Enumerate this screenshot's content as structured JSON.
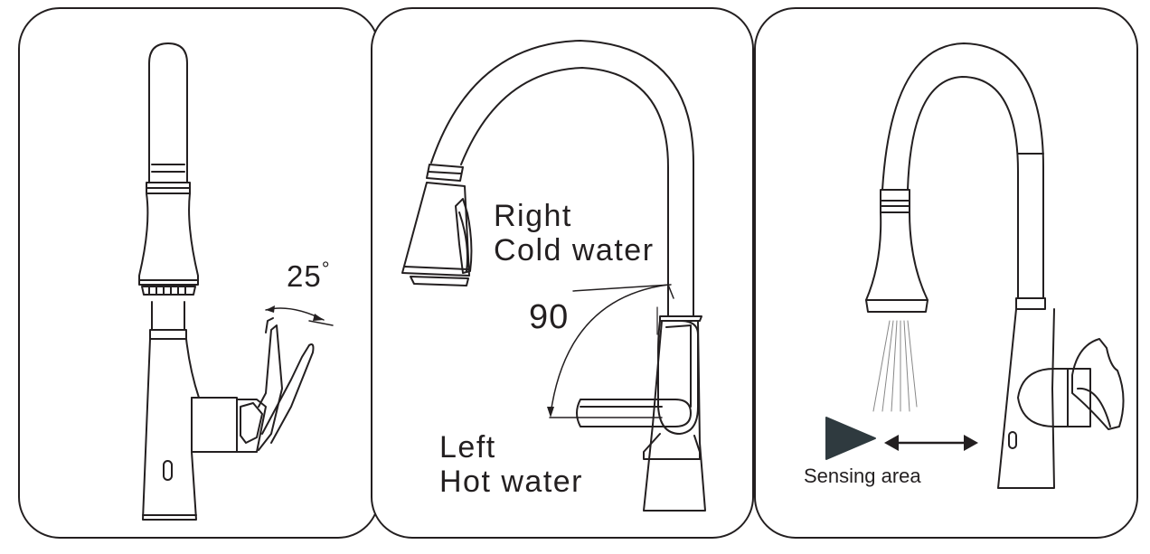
{
  "panel_left": {
    "angle_value": "25",
    "angle_unit": "°"
  },
  "panel_middle": {
    "right_line1": "Right",
    "right_line2": "Cold water",
    "angle_value": "90",
    "left_line1": "Left",
    "left_line2": "Hot water"
  },
  "panel_right": {
    "sensor_label": "Sensing area"
  },
  "colors": {
    "stroke": "#231f20",
    "fill_dark": "#2f3a3f",
    "background": "#ffffff"
  },
  "icons": [
    "faucet-tilt-icon",
    "faucet-rotate-icon",
    "faucet-sensor-icon",
    "sensor-triangle-icon",
    "double-arrow-icon"
  ]
}
